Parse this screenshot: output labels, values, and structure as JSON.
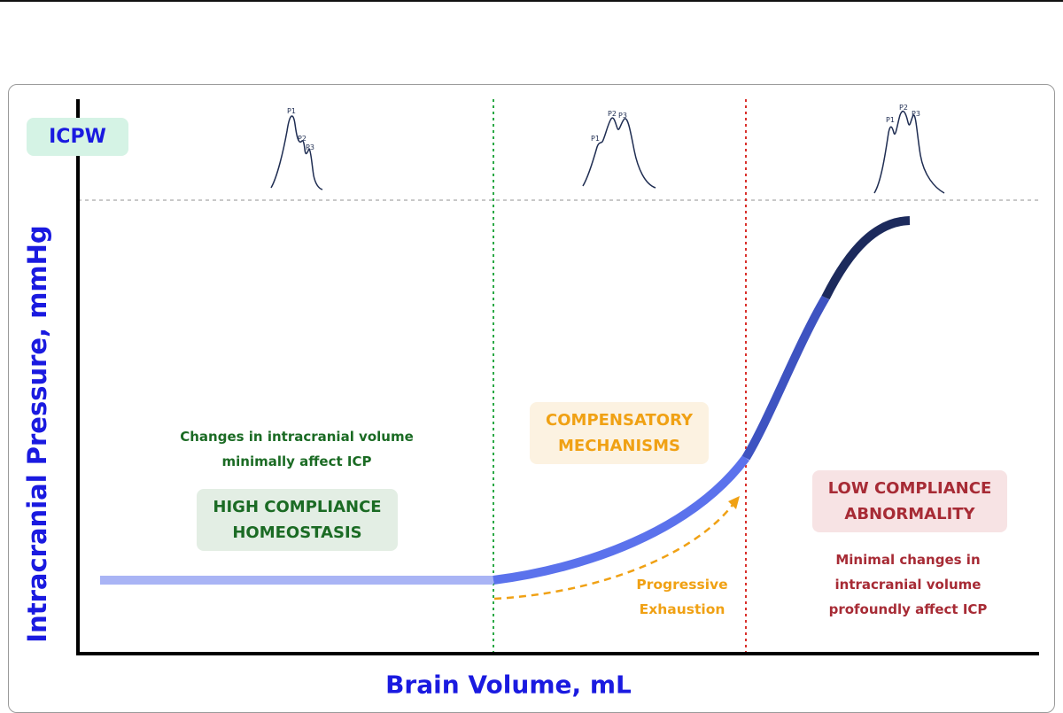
{
  "title": "",
  "axes": {
    "y_label": "Intracranial Pressure, mmHg",
    "x_label": "Brain Volume, mL"
  },
  "badges": {
    "icpw": "ICPW",
    "high_compliance": [
      "HIGH COMPLIANCE",
      "HOMEOSTASIS"
    ],
    "compensatory": [
      "COMPENSATORY",
      "MECHANISMS"
    ],
    "low_compliance": [
      "LOW COMPLIANCE",
      "ABNORMALITY"
    ]
  },
  "notes": {
    "left": [
      "Changes in intracranial volume",
      "minimally affect ICP"
    ],
    "progressive": [
      "Progressive",
      "Exhaustion"
    ],
    "right": [
      "Minimal changes in",
      "intracranial volume",
      "profoundly affect ICP"
    ]
  },
  "waveforms": {
    "first": {
      "p1": "P1",
      "p2": "P2",
      "p3": "P3"
    },
    "second": {
      "p1": "P1",
      "p2": "P2",
      "p3": "P3"
    },
    "third": {
      "p1": "P1",
      "p2": "P2",
      "p3": "P3"
    }
  },
  "colors": {
    "axis_label": "#1a1ae0",
    "high_compliance_text": "#1b6b24",
    "compensatory_text": "#f0a114",
    "low_compliance_text": "#a72b35",
    "divider_green": "#2aa845",
    "divider_red": "#d9302b",
    "curve_light": "#a9b4f5",
    "curve_mid": "#5b72ec",
    "curve_dark": "#3e53c1",
    "curve_darkest": "#1c2a5c"
  }
}
